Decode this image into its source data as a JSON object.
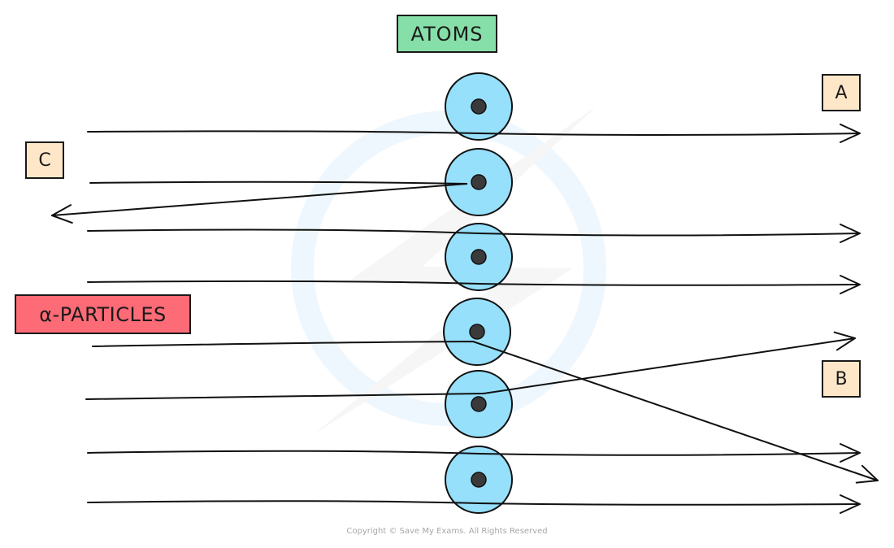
{
  "title_label": "ATOMS",
  "particles_label": "α-PARTICLES",
  "outcome_labels": {
    "a": "A",
    "b": "B",
    "c": "C"
  },
  "copyright": "Copyright © Save My Exams. All Rights Reserved",
  "colors": {
    "atoms_label_bg": "#86dfa8",
    "particles_label_bg": "#fd6b76",
    "letter_label_bg": "#fde7c8",
    "atom_fill": "#96e0fb",
    "nucleus_fill": "#3a3a3a",
    "line": "#111111",
    "watermark": "#eef7fd"
  },
  "atoms": [
    {
      "id": 1,
      "has_nucleus": true
    },
    {
      "id": 2,
      "has_nucleus": true
    },
    {
      "id": 3,
      "has_nucleus": true
    },
    {
      "id": 4,
      "has_nucleus": true
    },
    {
      "id": 5,
      "has_nucleus": true
    },
    {
      "id": 6,
      "has_nucleus": true
    }
  ],
  "particle_paths": [
    {
      "id": 1,
      "outcome": "A",
      "behaviour": "passes straight through"
    },
    {
      "id": 2,
      "outcome": "C",
      "behaviour": "reflected back by nucleus"
    },
    {
      "id": 3,
      "outcome": "A",
      "behaviour": "passes straight through"
    },
    {
      "id": 4,
      "outcome": "A",
      "behaviour": "passes straight through"
    },
    {
      "id": 5,
      "outcome": "B",
      "behaviour": "deflected downward by nucleus"
    },
    {
      "id": 6,
      "outcome": "B",
      "behaviour": "deflected upward by nucleus"
    },
    {
      "id": 7,
      "outcome": "A",
      "behaviour": "passes straight through"
    },
    {
      "id": 8,
      "outcome": "A",
      "behaviour": "passes straight through"
    }
  ]
}
